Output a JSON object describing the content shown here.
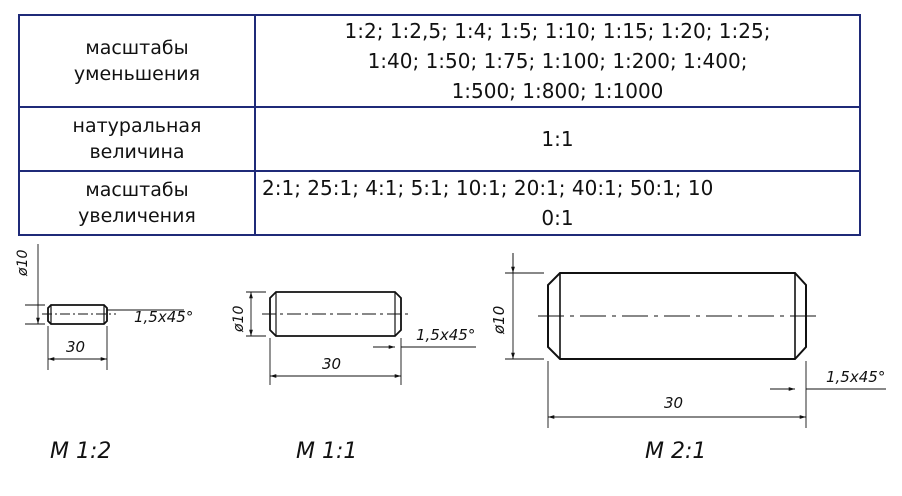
{
  "table": {
    "rows": [
      {
        "label_lines": [
          "масштабы",
          "уменьшения"
        ],
        "value_lines": [
          "1:2;   1:2,5;   1:4;   1:5;   1:10;   1:15;   1:20;    1:25;",
          "1:40;    1:50;    1:75;    1:100;    1:200;    1:400;",
          "1:500;    1:800;    1:1000"
        ]
      },
      {
        "label_lines": [
          "натуральная",
          "величина"
        ],
        "value_lines": [
          "1:1"
        ]
      },
      {
        "label_lines": [
          "масштабы",
          "увеличения"
        ],
        "value_lines": [
          "2:1;    25:1;    4:1;    5:1;    10:1;    20:1;    40:1;    50:1;    10",
          "0:1"
        ]
      }
    ]
  },
  "drawings": [
    {
      "scale_label": "М 1:2",
      "diameter_label": "ø10",
      "length_label": "30",
      "chamfer_label": "1,5х45°"
    },
    {
      "scale_label": "М 1:1",
      "diameter_label": "ø10",
      "length_label": "30",
      "chamfer_label": "1,5х45°"
    },
    {
      "scale_label": "М 2:1",
      "diameter_label": "ø10",
      "length_label": "30",
      "chamfer_label": "1,5х45°"
    }
  ]
}
